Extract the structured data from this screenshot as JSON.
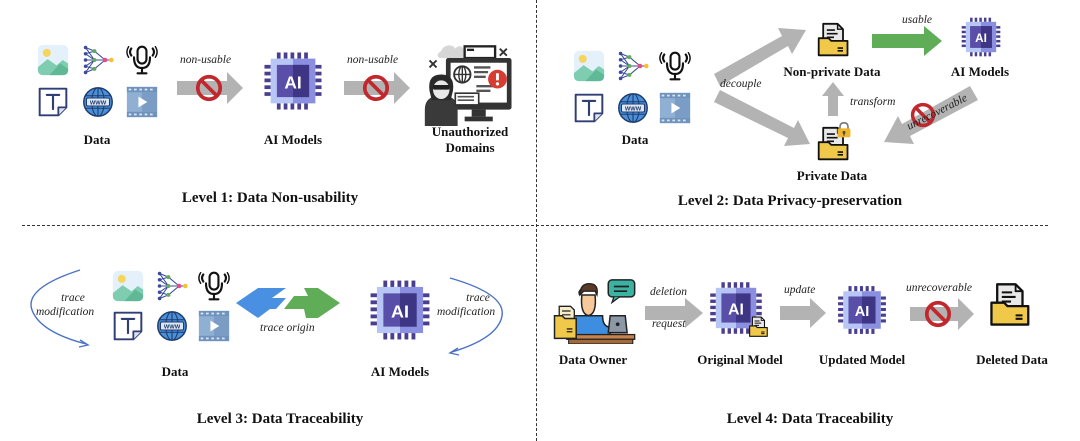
{
  "panels": [
    {
      "id": "level1",
      "title": "Level 1: Data Non-usability",
      "nodes": {
        "data": "Data",
        "models": "AI Models",
        "domains_line1": "Unauthorized",
        "domains_line2": "Domains"
      },
      "edges": [
        {
          "label": "non-usable",
          "blocked": true
        },
        {
          "label": "non-usable",
          "blocked": true
        }
      ]
    },
    {
      "id": "level2",
      "title": "Level 2: Data Privacy-preservation",
      "nodes": {
        "data": "Data",
        "nonprivate": "Non-private Data",
        "private": "Private Data",
        "models": "AI Models"
      },
      "edges": {
        "decouple": "decouple",
        "usable": "usable",
        "transform": "transform",
        "unrecoverable": "unrecoverable"
      }
    },
    {
      "id": "level3",
      "title": "Level 3: Data Traceability",
      "nodes": {
        "data": "Data",
        "models": "AI Models"
      },
      "edges": {
        "left_loop_1": "trace",
        "left_loop_2": "modification",
        "origin": "trace origin",
        "right_loop_1": "trace",
        "right_loop_2": "modification"
      }
    },
    {
      "id": "level4",
      "title": "Level 4: Data Traceability",
      "nodes": {
        "owner": "Data Owner",
        "original": "Original Model",
        "updated": "Updated Model",
        "deleted": "Deleted Data"
      },
      "edges": {
        "deletion_1": "deletion",
        "deletion_2": "request",
        "update": "update",
        "unrecoverable": "unrecoverable"
      }
    }
  ],
  "icons": {
    "data_grid": [
      "image-icon",
      "neural-network-icon",
      "microphone-icon",
      "text-document-icon",
      "globe-www-icon",
      "video-icon"
    ],
    "ai_chip_text": "AI",
    "www_text": "WWW"
  },
  "colors": {
    "arrow_gray": "#b3b3b3",
    "arrow_green": "#5fae57",
    "arrow_blue": "#4a90e2",
    "block_red": "#c0282d",
    "chip_light": "#a9b8f2",
    "chip_dark": "#4a3f8f",
    "folder_yellow": "#f0c84a",
    "loop_blue": "#4a72c4"
  }
}
